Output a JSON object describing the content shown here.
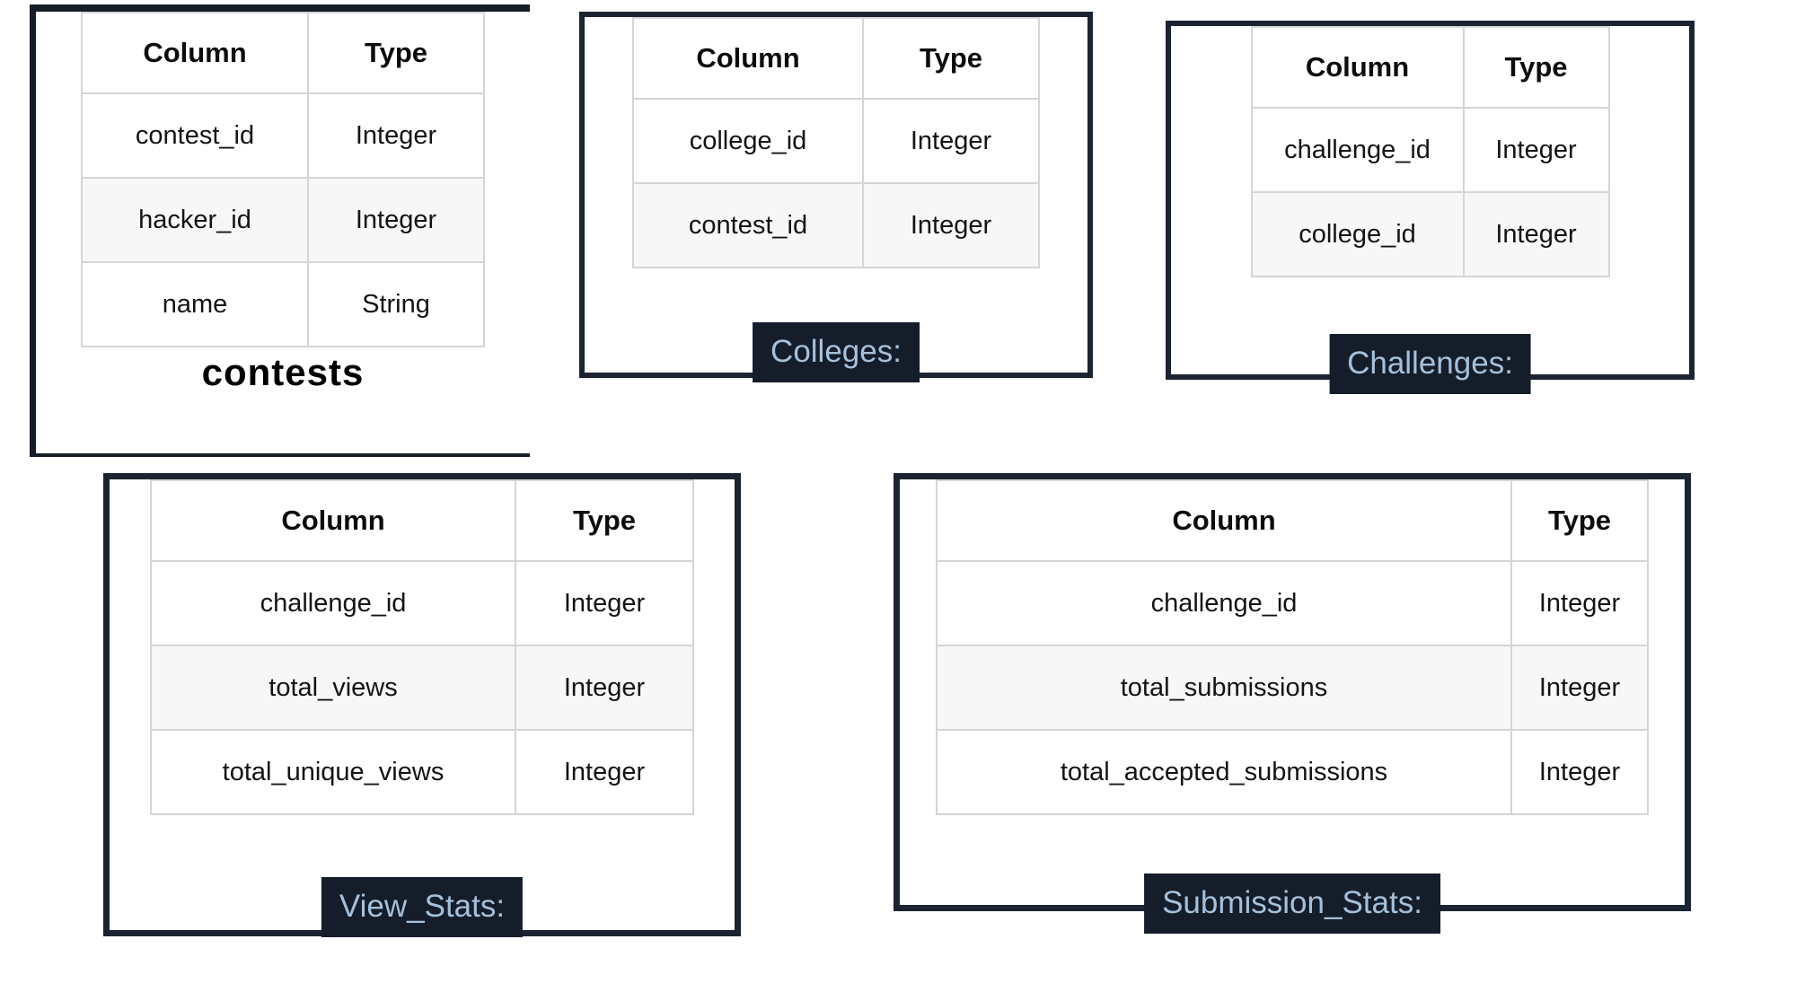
{
  "colors": {
    "panel_border": "#1c2431",
    "badge_background": "#151d2b",
    "badge_text": "#a6c0da",
    "table_border": "#d5d5d5",
    "row_stripe": "#f7f7f7",
    "text": "#141414",
    "page_background": "#ffffff"
  },
  "panels": [
    {
      "id": "contests",
      "label": "contests",
      "label_style": "plain-bold",
      "headers": [
        "Column",
        "Type"
      ],
      "rows": [
        [
          "contest_id",
          "Integer"
        ],
        [
          "hacker_id",
          "Integer"
        ],
        [
          "name",
          "String"
        ]
      ]
    },
    {
      "id": "colleges",
      "label": "Colleges:",
      "label_style": "badge",
      "headers": [
        "Column",
        "Type"
      ],
      "rows": [
        [
          "college_id",
          "Integer"
        ],
        [
          "contest_id",
          "Integer"
        ]
      ]
    },
    {
      "id": "challenges",
      "label": "Challenges:",
      "label_style": "badge",
      "headers": [
        "Column",
        "Type"
      ],
      "rows": [
        [
          "challenge_id",
          "Integer"
        ],
        [
          "college_id",
          "Integer"
        ]
      ]
    },
    {
      "id": "view_stats",
      "label": "View_Stats:",
      "label_style": "badge",
      "headers": [
        "Column",
        "Type"
      ],
      "rows": [
        [
          "challenge_id",
          "Integer"
        ],
        [
          "total_views",
          "Integer"
        ],
        [
          "total_unique_views",
          "Integer"
        ]
      ]
    },
    {
      "id": "submission_stats",
      "label": "Submission_Stats:",
      "label_style": "badge",
      "headers": [
        "Column",
        "Type"
      ],
      "rows": [
        [
          "challenge_id",
          "Integer"
        ],
        [
          "total_submissions",
          "Integer"
        ],
        [
          "total_accepted_submissions",
          "Integer"
        ]
      ]
    }
  ]
}
